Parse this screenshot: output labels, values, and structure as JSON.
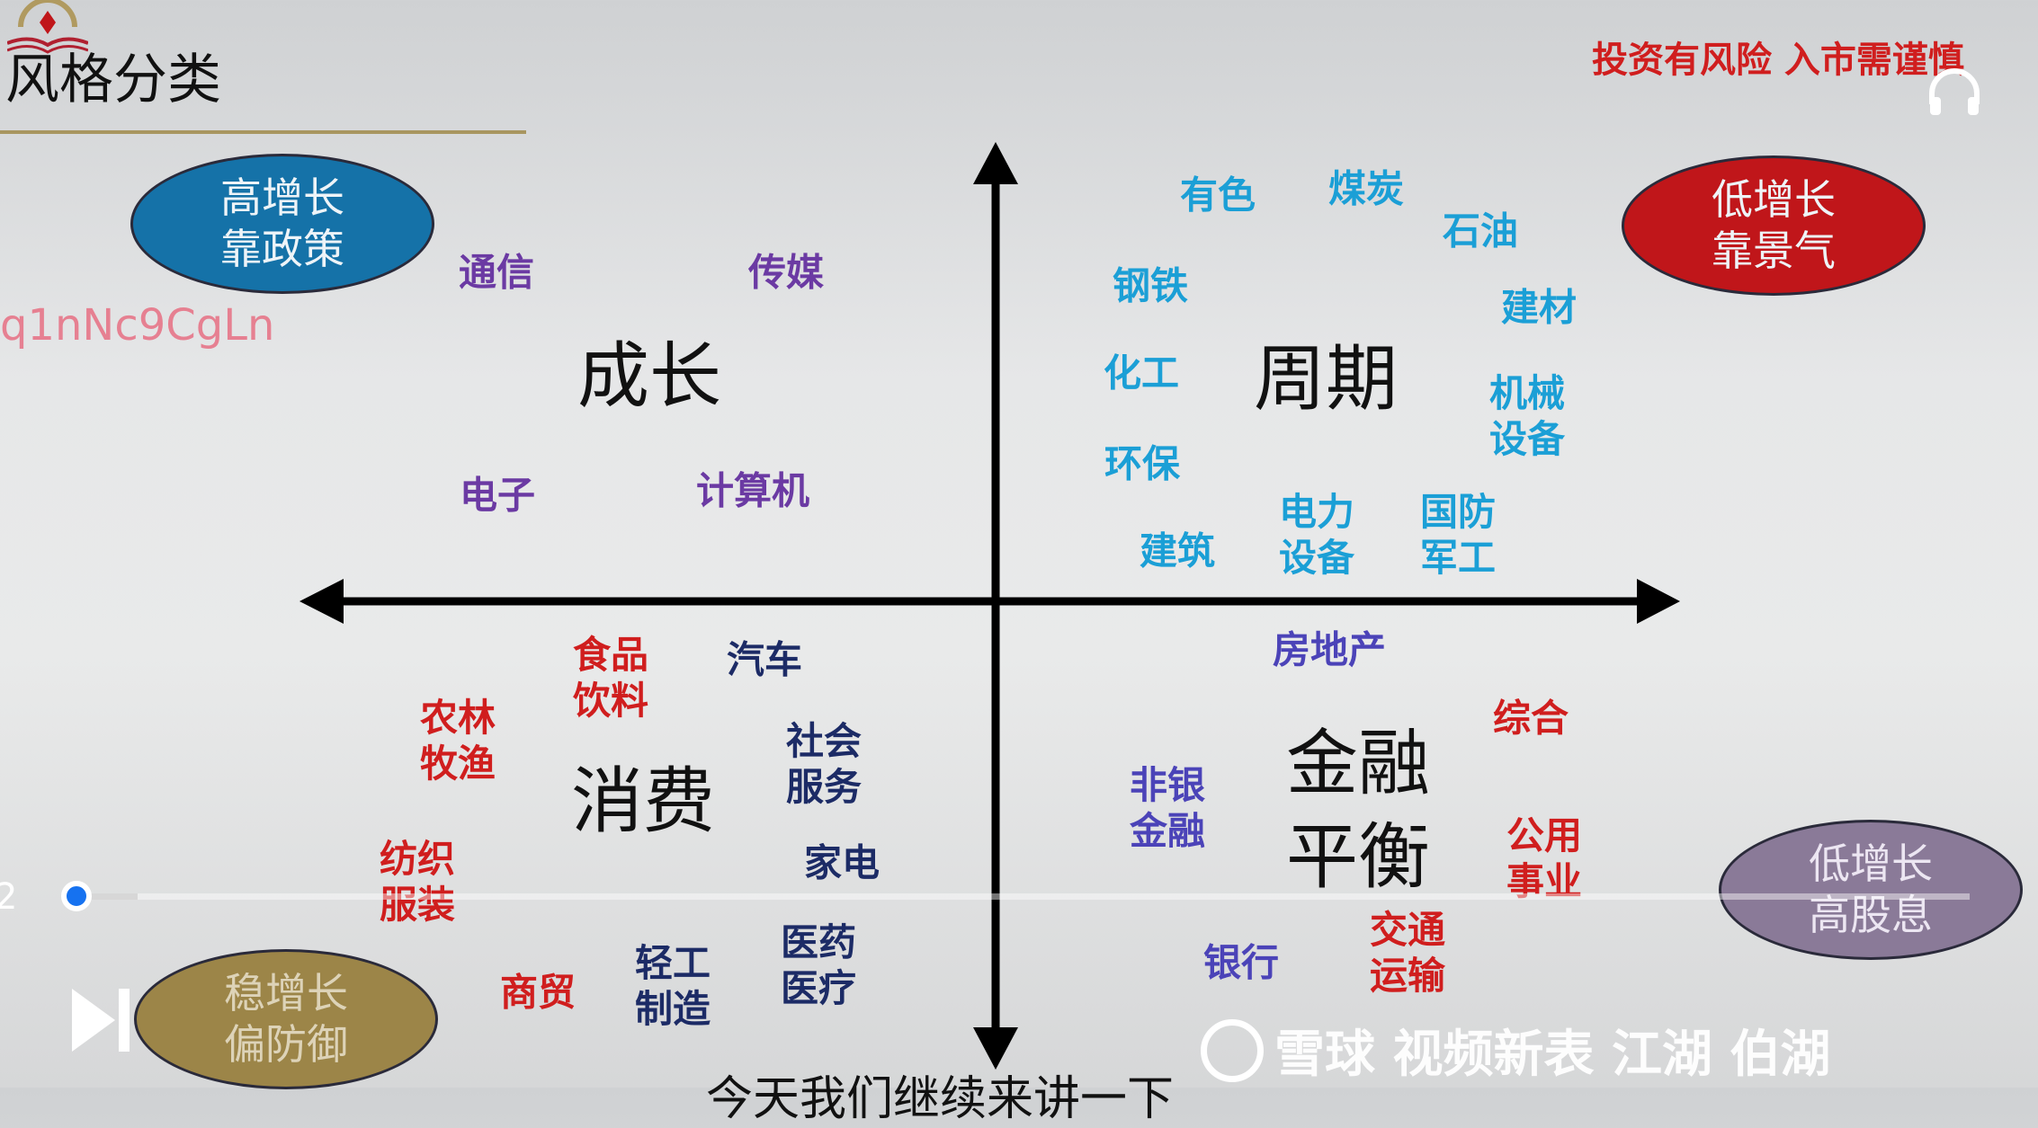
{
  "slide": {
    "title": "风格分类",
    "warning": "投资有风险 入市需谨慎",
    "watermark_code": "q1nNc9CgLn",
    "subtitle": "今天我们继续来讲一下",
    "quadrant_tags": {
      "top_left": "高增长\n靠政策",
      "top_right": "低增长\n靠景气",
      "bottom_left": "稳增长\n偏防御",
      "bottom_right": "低增长\n高股息"
    },
    "styles": {
      "growth": "成长",
      "cycle": "周期",
      "consumption": "消费",
      "finance": "金融\n平衡"
    },
    "growth_sectors": [
      "通信",
      "传媒",
      "电子",
      "计算机"
    ],
    "cycle_sectors": [
      "有色",
      "煤炭",
      "石油",
      "钢铁",
      "建材",
      "化工",
      "机械\n设备",
      "环保",
      "建筑",
      "电力\n设备",
      "国防\n军工"
    ],
    "finance_sectors_blue": [
      "房地产",
      "非银\n金融",
      "银行"
    ],
    "finance_sectors_red": [
      "综合",
      "公用\n事业",
      "交通\n运输"
    ],
    "consumption_sectors_red": [
      "食品\n饮料",
      "农林\n牧渔",
      "纺织\n服装",
      "商贸"
    ],
    "consumption_sectors_navy": [
      "汽车",
      "社会\n服务",
      "家电",
      "轻工\n制造",
      "医药\n医疗"
    ],
    "colors": {
      "growth": "#6b3aa3",
      "cycle": "#1b9fd6",
      "finance": "#4b43b8",
      "red": "#d01e1e",
      "navy": "#1c2b66",
      "tag_blue": "#1572a8",
      "tag_red": "#c0161a",
      "tag_gold": "#9c8548",
      "tag_purple": "#8a7a98"
    }
  },
  "player": {
    "time_left": "2",
    "progress": 0.03,
    "next_icon": "skip-next-icon",
    "audio_icon": "headphones-icon",
    "brand_watermark": "雪球 视频新表 江湖 伯湖"
  }
}
